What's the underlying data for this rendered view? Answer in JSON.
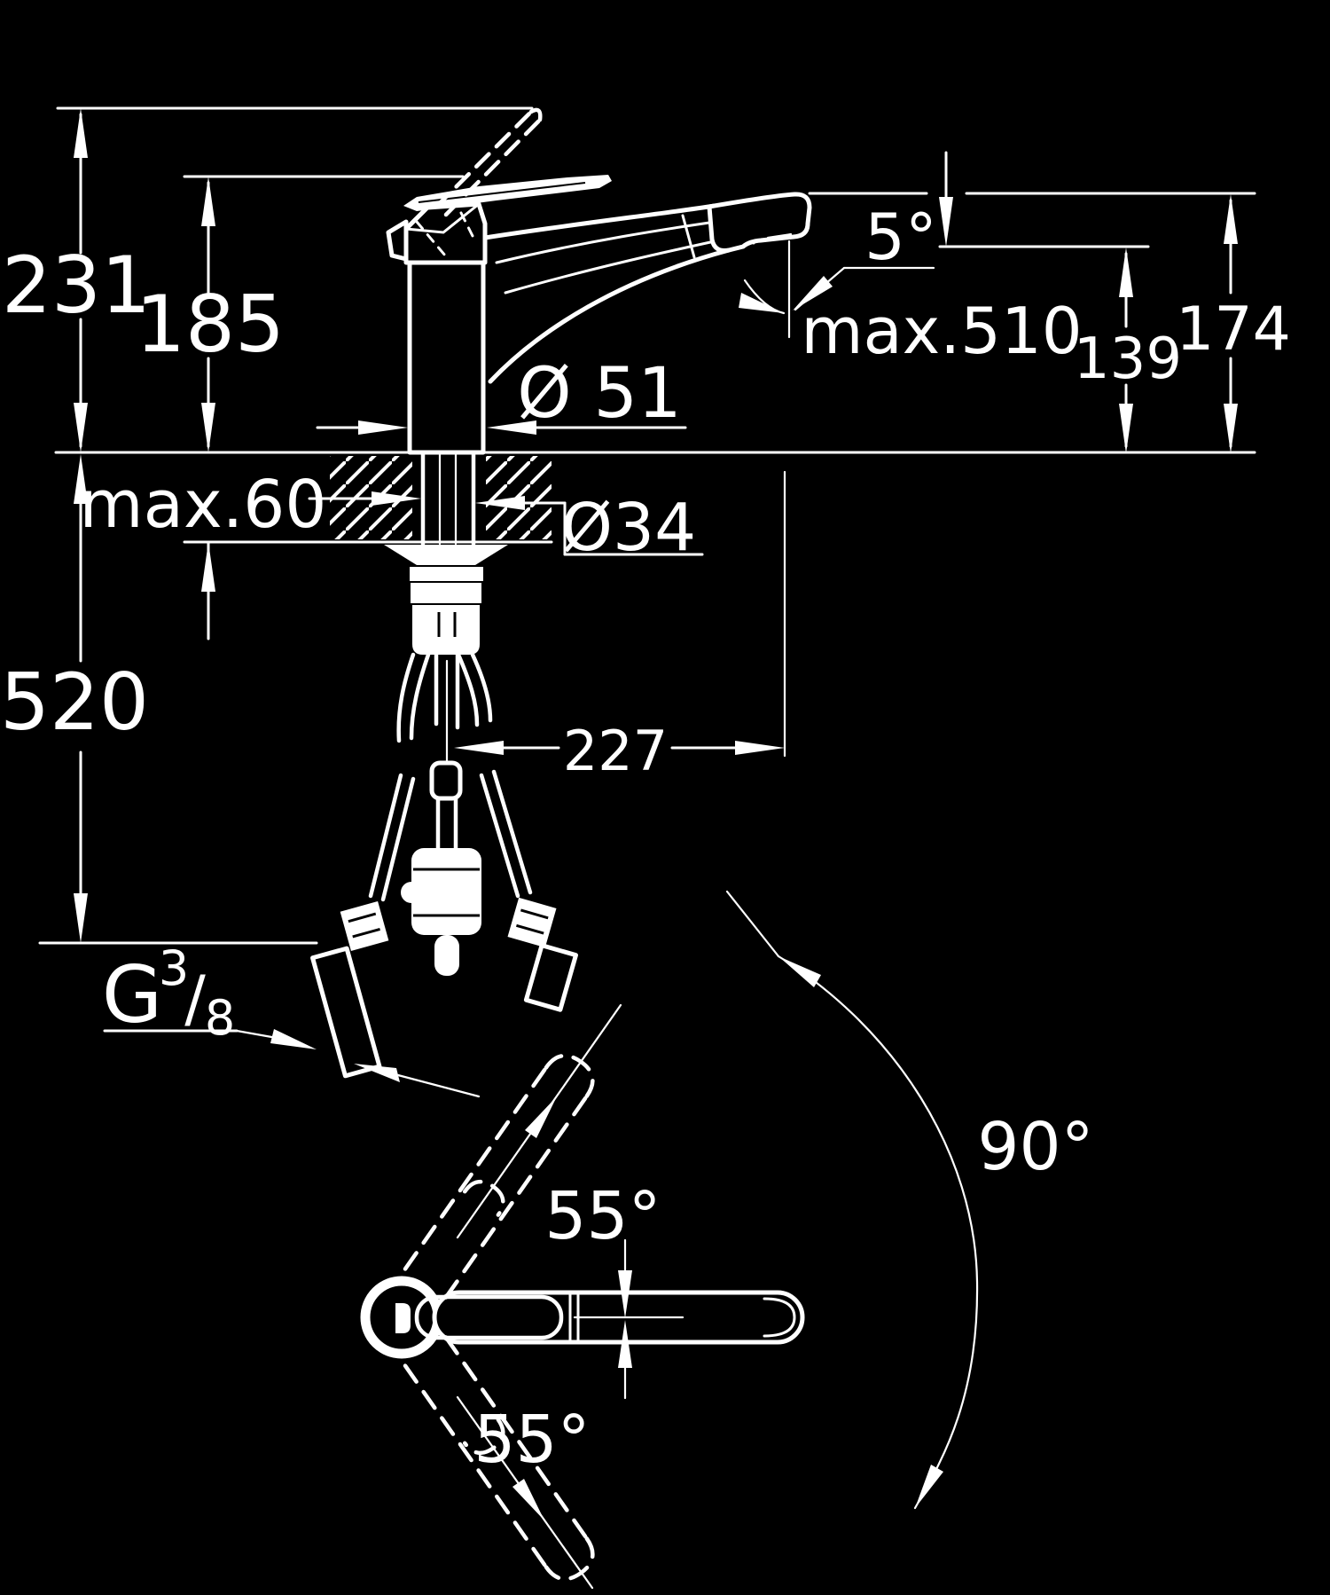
{
  "labels": {
    "overall_height": "231",
    "lever_height": "185",
    "max_counter_thickness": "max.60",
    "below_counter_depth": "520",
    "base_diameter": "Ø 51",
    "shank_diameter": "Ø34",
    "head_angle": "5°",
    "max_hose_extension": "max.510",
    "outlet_height": "139",
    "spout_top_height": "174",
    "spout_reach": "227",
    "thread_letter": "G",
    "thread_numerator": "3",
    "thread_slash": "/",
    "thread_denominator": "8",
    "swivel_upper": "55°",
    "swivel_lower": "55°",
    "swivel_arc": "90°"
  },
  "colors": {
    "background": "#000000",
    "line": "#ffffff"
  }
}
